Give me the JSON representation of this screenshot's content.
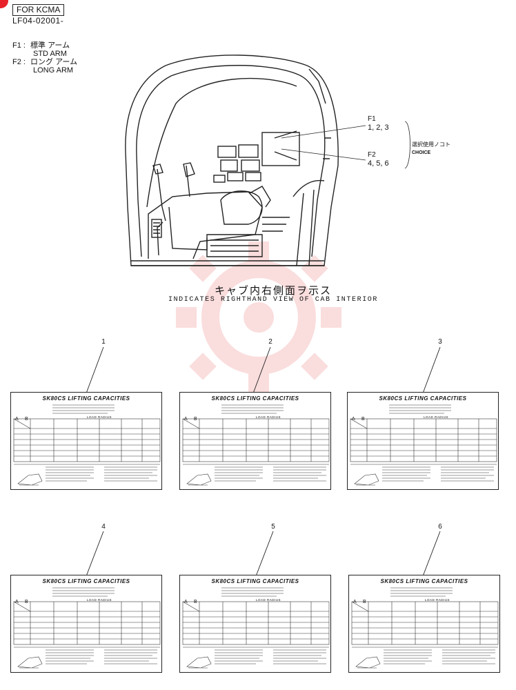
{
  "header": {
    "tag": "FOR KCMA",
    "code": "LF04-02001-"
  },
  "legend": [
    {
      "key": "F1 :",
      "jp": "標準 アーム",
      "en": "STD ARM"
    },
    {
      "key": "F2 :",
      "jp": "ロング アーム",
      "en": "LONG ARM"
    }
  ],
  "cab_view": {
    "title_jp": "キャブ内右側面ヲ示ス",
    "title_en": "INDICATES RIGHTHAND VIEW OF CAB INTERIOR",
    "callouts": [
      {
        "key": "F1",
        "numbers": "1, 2, 3"
      },
      {
        "key": "F2",
        "numbers": "4, 5, 6"
      }
    ],
    "choice_jp": "選択使用ノコト",
    "choice_en": "CHOICE"
  },
  "labels": [
    {
      "number": "1",
      "title": "SK80CS  LIFTING  CAPACITIES"
    },
    {
      "number": "2",
      "title": "SK80CS  LIFTING  CAPACITIES"
    },
    {
      "number": "3",
      "title": "SK80CS  LIFTING  CAPACITIES"
    },
    {
      "number": "4",
      "title": "SK80CS  LIFTING  CAPACITIES"
    },
    {
      "number": "5",
      "title": "SK80CS  LIFTING  CAPACITIES"
    },
    {
      "number": "6",
      "title": "SK80CS  LIFTING  CAPACITIES"
    }
  ],
  "label_common": {
    "load_radius": "LOAD RADIUS",
    "col_a": "A",
    "col_b": "B"
  },
  "colors": {
    "ink": "#111111",
    "corner_mark": "#e8222a",
    "watermark": "#f2a0a0"
  }
}
